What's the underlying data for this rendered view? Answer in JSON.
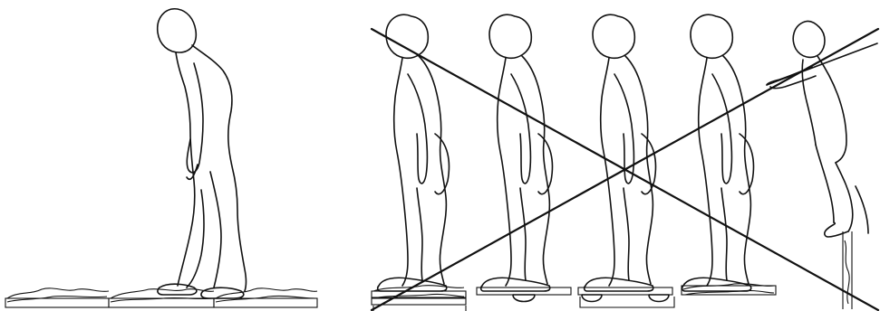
{
  "illustration": {
    "figures": [
      {
        "id": "walking",
        "pose": "walking-barefoot",
        "surface": "uneven-ground"
      },
      {
        "id": "stand-1",
        "pose": "standing",
        "surface": "stacked-foam-pads",
        "crossed_out": true
      },
      {
        "id": "stand-2",
        "pose": "standing",
        "surface": "balance-board-dome",
        "crossed_out": true
      },
      {
        "id": "stand-3",
        "pose": "standing",
        "surface": "balance-board-two-domes",
        "crossed_out": true
      },
      {
        "id": "stand-4",
        "pose": "standing",
        "surface": "foam-pad-on-board",
        "crossed_out": true
      },
      {
        "id": "step-up",
        "pose": "stepping-onto-post-holding-rail",
        "surface": "post",
        "crossed_out": true
      }
    ],
    "stroke_color": "#111111",
    "background": "#ffffff"
  }
}
